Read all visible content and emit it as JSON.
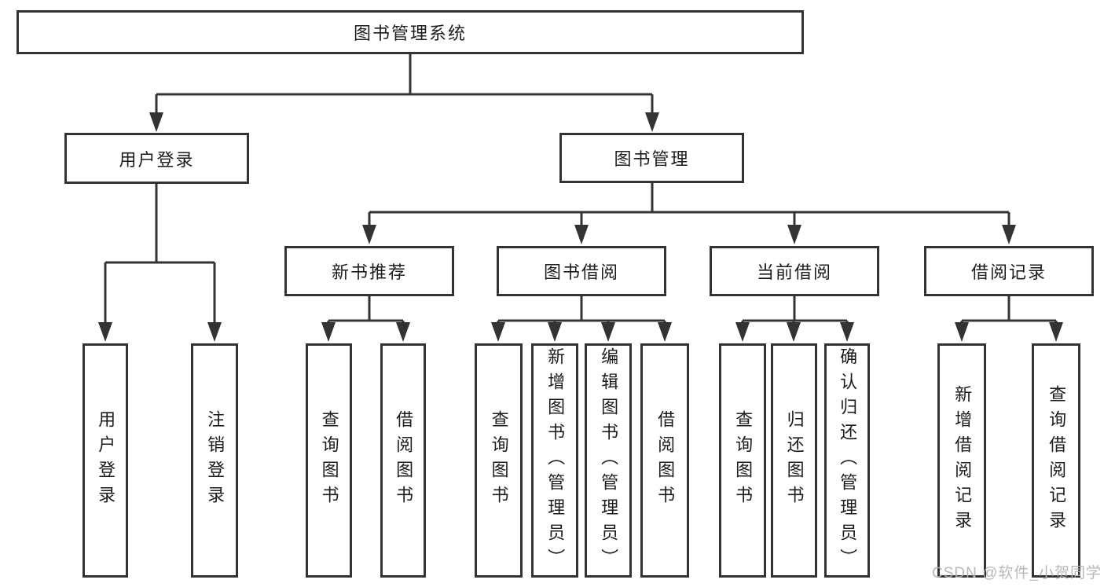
{
  "tree": {
    "label": "图书管理系统",
    "children": [
      {
        "label": "用户登录",
        "children": [
          {
            "label": "用户登录"
          },
          {
            "label": "注销登录"
          }
        ]
      },
      {
        "label": "图书管理",
        "children": [
          {
            "label": "新书推荐",
            "children": [
              {
                "label": "查询图书"
              },
              {
                "label": "借阅图书"
              }
            ]
          },
          {
            "label": "图书借阅",
            "children": [
              {
                "label": "查询图书"
              },
              {
                "label": "新增图书（管理员）"
              },
              {
                "label": "编辑图书（管理员）"
              },
              {
                "label": "借阅图书"
              }
            ]
          },
          {
            "label": "当前借阅",
            "children": [
              {
                "label": "查询图书"
              },
              {
                "label": "归还图书"
              },
              {
                "label": "确认归还（管理员）"
              }
            ]
          },
          {
            "label": "借阅记录",
            "children": [
              {
                "label": "新增借阅记录"
              },
              {
                "label": "查询借阅记录"
              }
            ]
          }
        ]
      }
    ]
  },
  "watermark": {
    "text": "CSDN @软件_小贺同学"
  },
  "colors": {
    "line": "#333333",
    "box_border": "#333333",
    "text": "#1c1c1c",
    "background": "#ffffff",
    "watermark": "#b4b4b4"
  }
}
